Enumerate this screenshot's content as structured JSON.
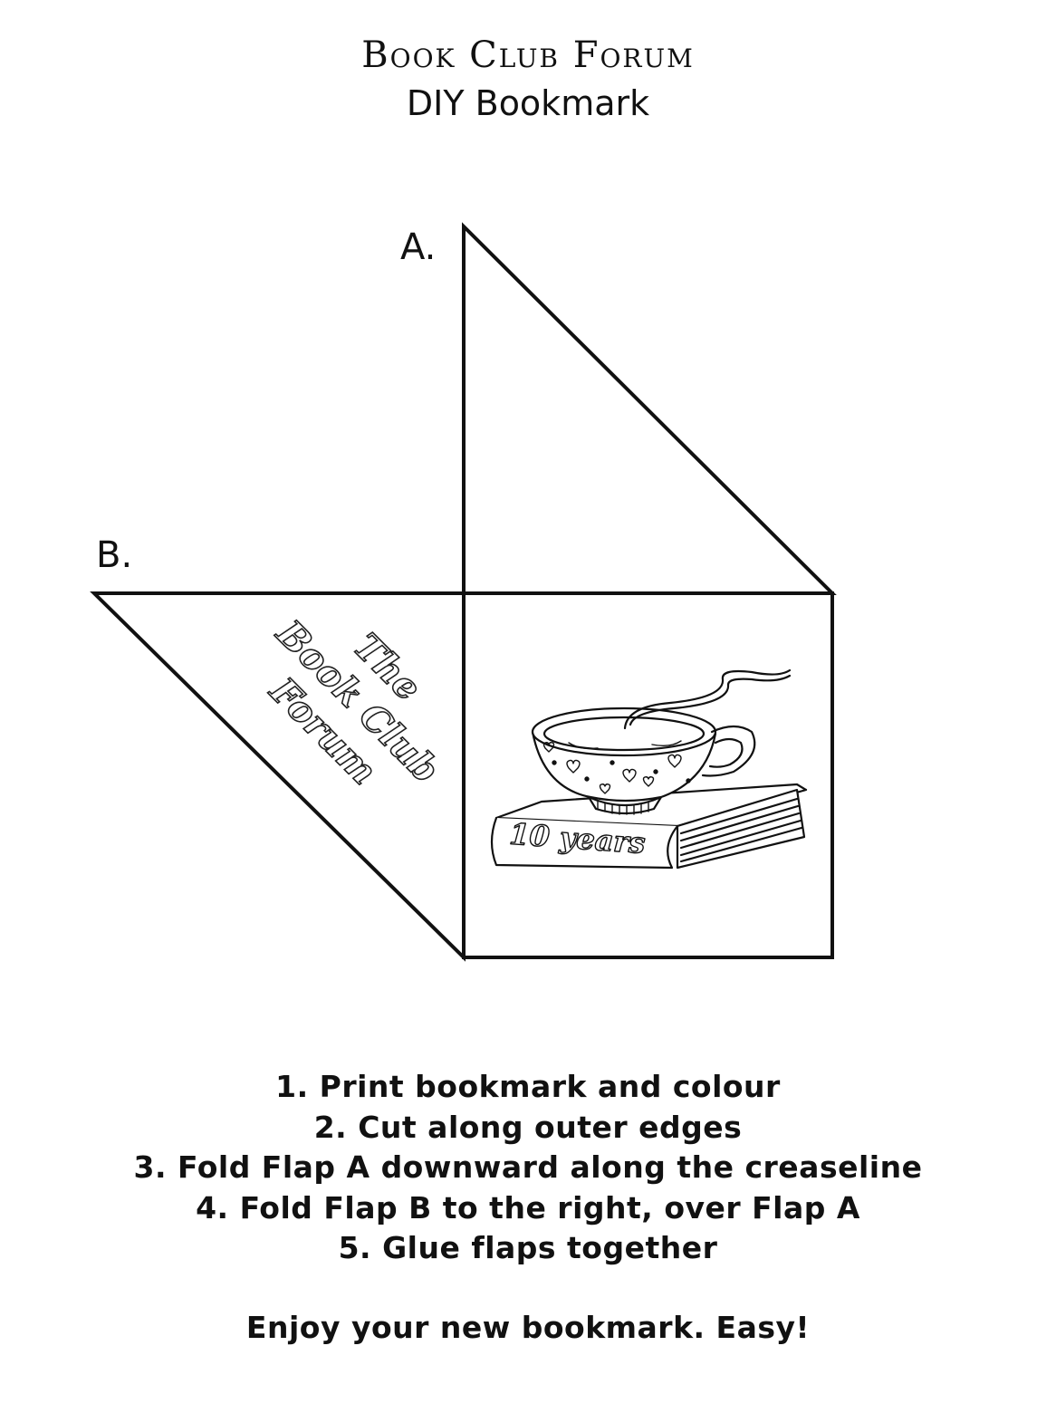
{
  "header": {
    "title": "Book Club Forum",
    "subtitle": "DIY Bookmark"
  },
  "bookmark": {
    "flap_a_label": "A.",
    "flap_b_label": "B.",
    "forum_text": {
      "line1": "The",
      "line2": "Book Club",
      "line3": "Forum"
    },
    "book_text": "10 years",
    "illustration": "teacup-on-book-icon"
  },
  "instructions": {
    "steps": [
      "1. Print bookmark and colour",
      "2. Cut along outer edges",
      "3. Fold Flap A downward along the creaseline",
      "4. Fold Flap B to the right, over Flap A",
      "5. Glue flaps together"
    ],
    "closing": "Enjoy your new bookmark. Easy!"
  }
}
